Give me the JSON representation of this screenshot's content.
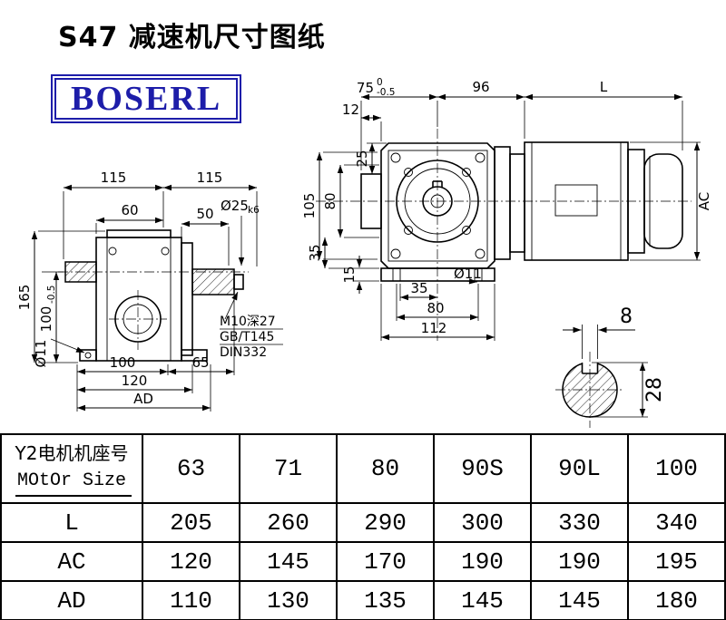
{
  "title": "S47 减速机尺寸图纸",
  "logo": "BOSERL",
  "left_view": {
    "dim_115_a": "115",
    "dim_115_b": "115",
    "dim_60": "60",
    "dim_50": "50",
    "dim_shaft_d": "Ø25",
    "dim_shaft_fit": "k6",
    "dim_165": "165",
    "dim_100v": "100",
    "dim_100v_tol": "-0.5",
    "dim_hole": "Ø11",
    "dim_100": "100",
    "dim_65": "65",
    "dim_120": "120",
    "dim_ad": "AD",
    "note_1": "M10深27",
    "note_2": "GB/T145",
    "note_3": "DIN332"
  },
  "front_view": {
    "dim_12": "12",
    "dim_75": "75",
    "tol_upper": "0",
    "tol_lower": "-0.5",
    "dim_96": "96",
    "dim_l": "L",
    "dim_25": "25",
    "dim_105": "105",
    "dim_80v": "80",
    "dim_35v": "35",
    "dim_15": "15",
    "dim_35": "35",
    "dim_80": "80",
    "dim_112": "112",
    "dim_hole": "Ø11",
    "dim_ac": "AC"
  },
  "shaft_view": {
    "dim_key": "8",
    "dim_diameter": "28"
  },
  "table": {
    "header_cn": "Y2电机机座号",
    "header_en": "MOtOr Size",
    "sizes": [
      "63",
      "71",
      "80",
      "90S",
      "90L",
      "100"
    ],
    "rows": [
      {
        "label": "L",
        "values": [
          "205",
          "260",
          "290",
          "300",
          "330",
          "340"
        ]
      },
      {
        "label": "AC",
        "values": [
          "120",
          "145",
          "170",
          "190",
          "190",
          "195"
        ]
      },
      {
        "label": "AD",
        "values": [
          "110",
          "130",
          "135",
          "145",
          "145",
          "180"
        ]
      }
    ]
  }
}
